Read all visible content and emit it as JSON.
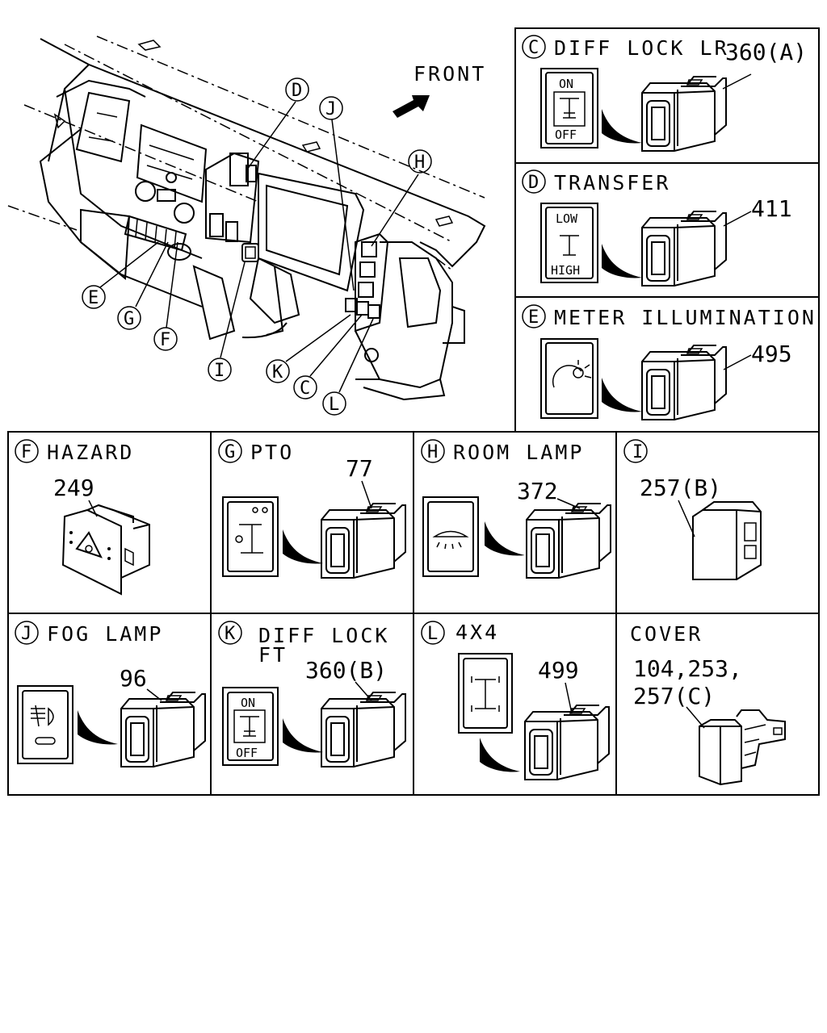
{
  "front_label": "FRONT",
  "callouts": {
    "D": "D",
    "J": "J",
    "H": "H",
    "E": "E",
    "G": "G",
    "F": "F",
    "I": "I",
    "K": "K",
    "C": "C",
    "L": "L"
  },
  "panels": {
    "c": {
      "letter": "C",
      "title": "DIFF LOCK LR",
      "part": "360(A)",
      "on": "ON",
      "off": "OFF"
    },
    "d": {
      "letter": "D",
      "title": "TRANSFER",
      "part": "411",
      "low": "LOW",
      "high": "HIGH"
    },
    "e": {
      "letter": "E",
      "title": "METER ILLUMINATION",
      "part": "495"
    },
    "f": {
      "letter": "F",
      "title": "HAZARD",
      "part": "249"
    },
    "g": {
      "letter": "G",
      "title": "PTO",
      "part": "77"
    },
    "h": {
      "letter": "H",
      "title": "ROOM LAMP",
      "part": "372"
    },
    "i": {
      "letter": "I",
      "title": "",
      "part": "257(B)"
    },
    "j": {
      "letter": "J",
      "title": "FOG LAMP",
      "part": "96"
    },
    "k": {
      "letter": "K",
      "title_line1": "DIFF LOCK",
      "title_line2": "FT",
      "part": "360(B)",
      "on": "ON",
      "off": "OFF"
    },
    "l": {
      "letter": "L",
      "title": "4X4",
      "part": "499"
    },
    "cover": {
      "title": "COVER",
      "part_line1": "104,253,",
      "part_line2": "257(C)"
    }
  }
}
